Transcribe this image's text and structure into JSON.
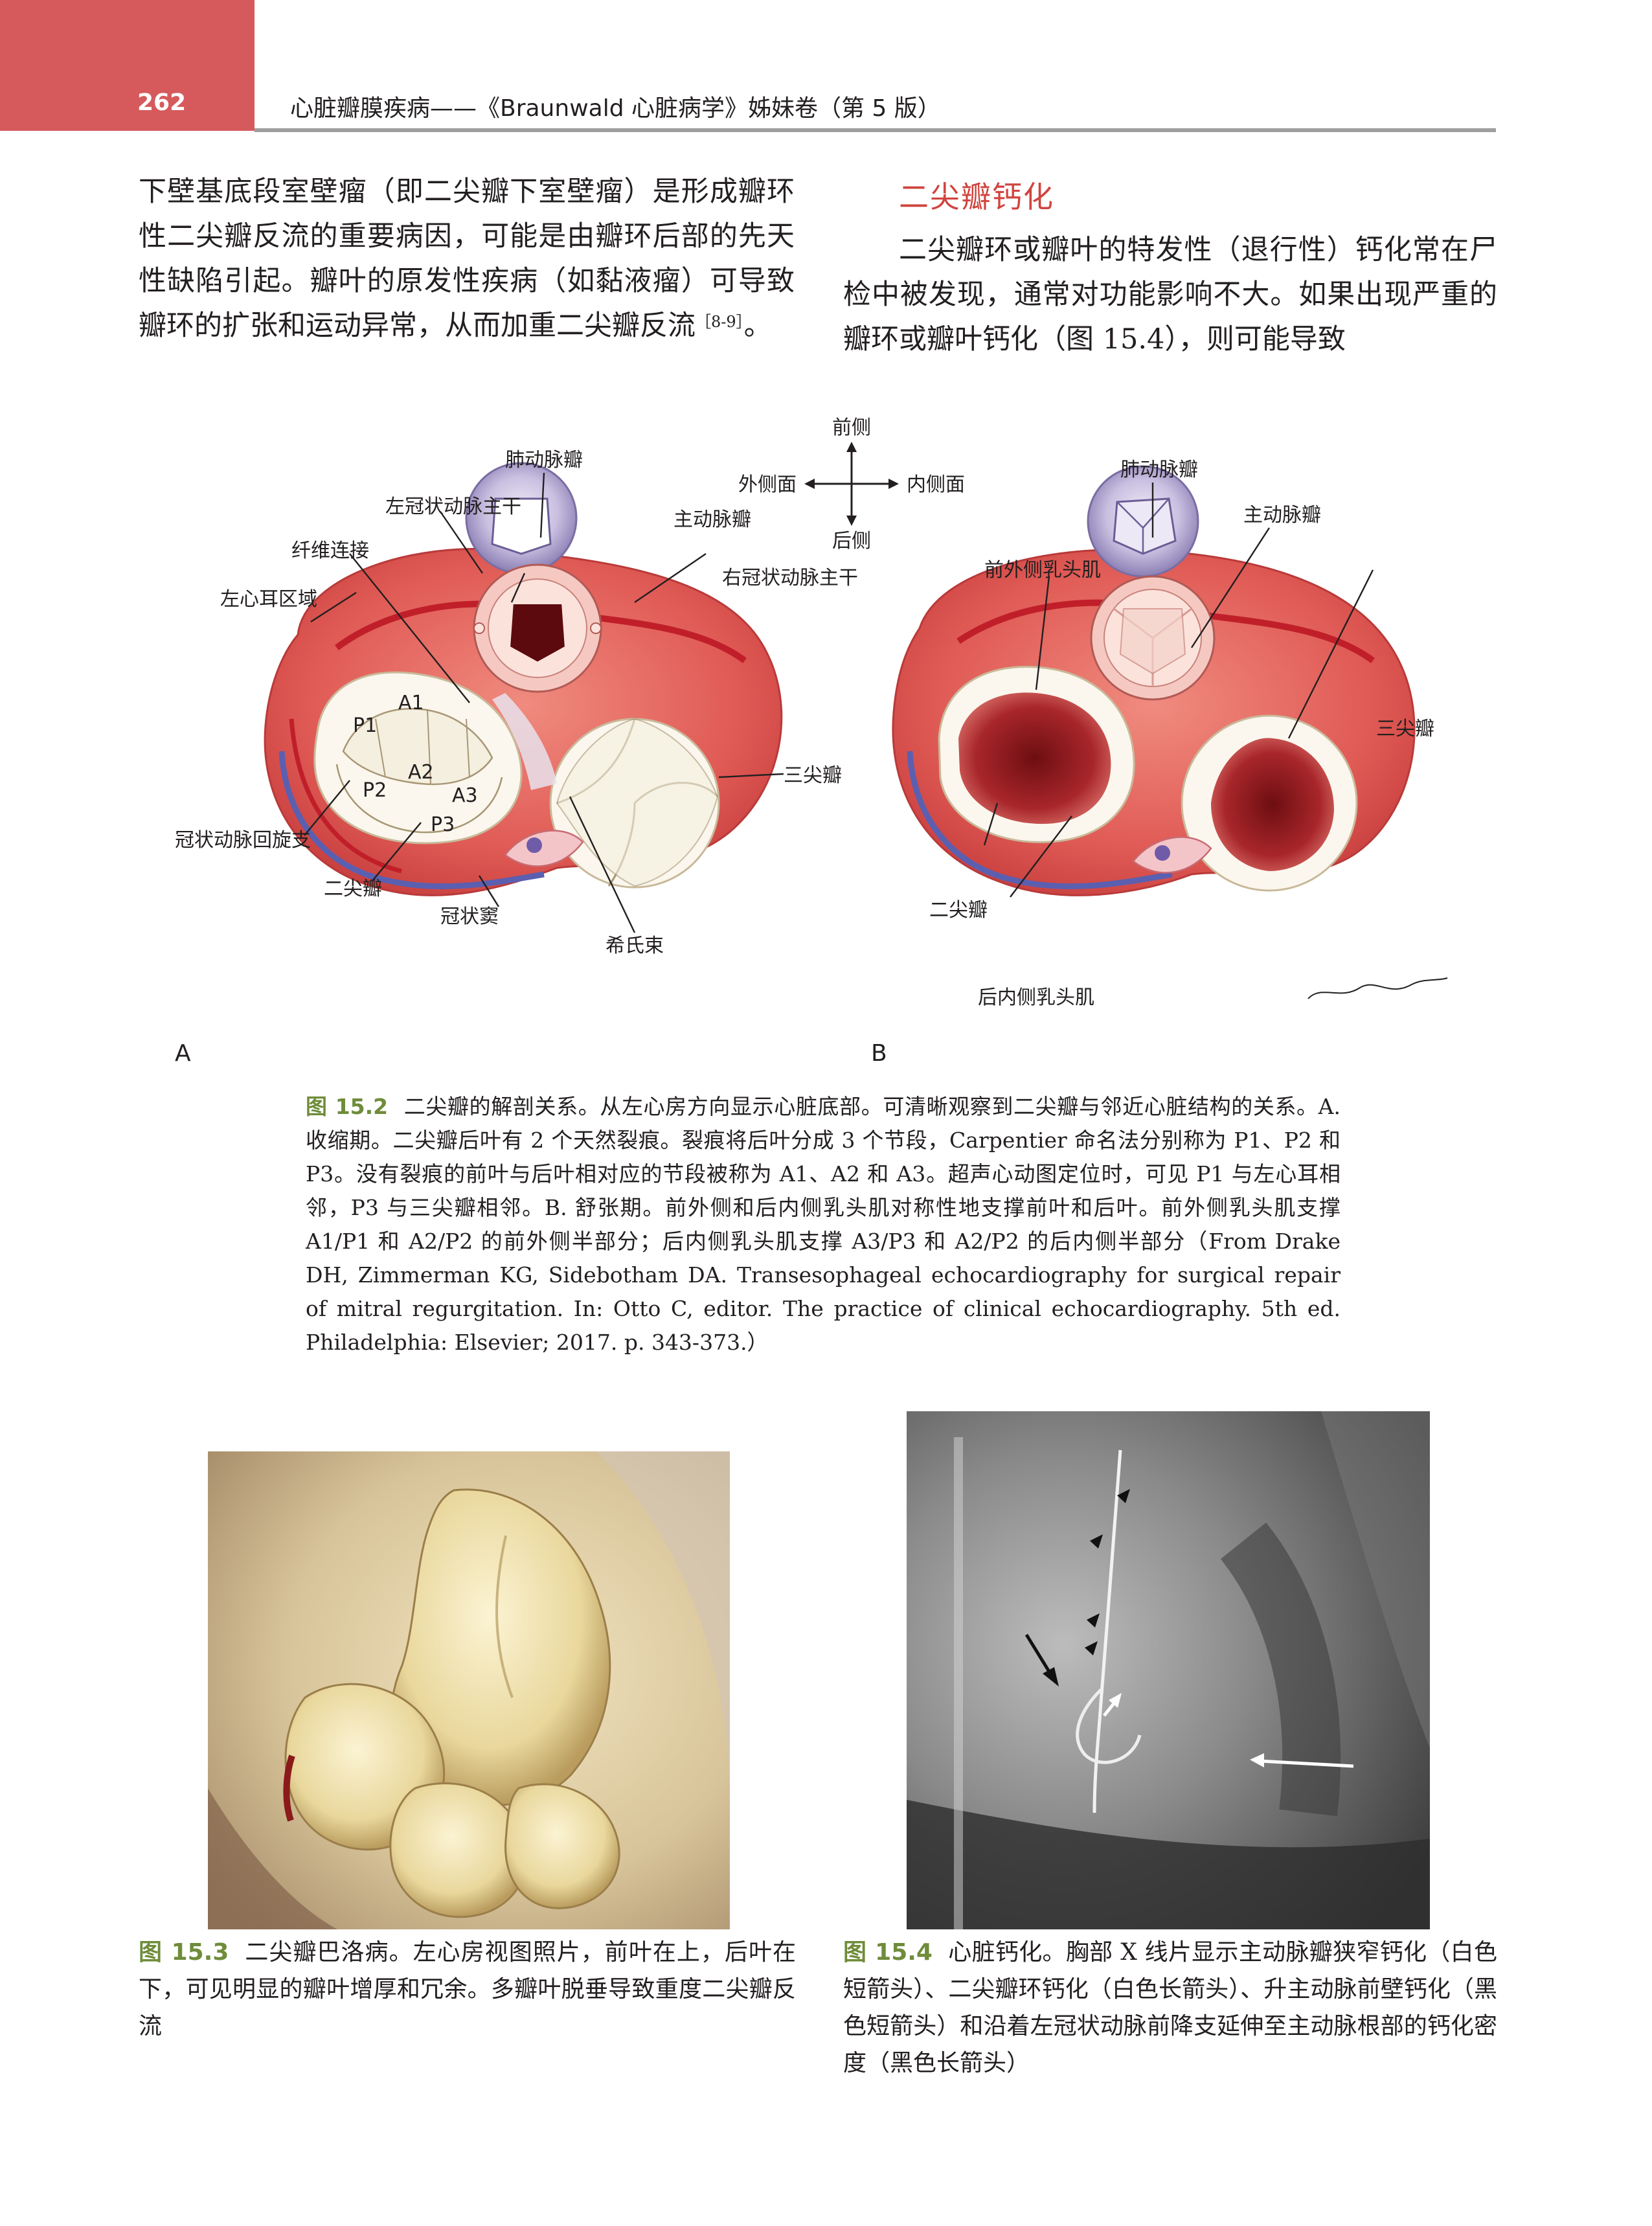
{
  "header": {
    "page_number": "262",
    "running_title": "心脏瓣膜疾病——《Braunwald 心脏病学》姊妹卷（第 5 版）",
    "accent_color": "#d65a5c"
  },
  "left_column": {
    "paragraph": "下壁基底段室壁瘤（即二尖瓣下室壁瘤）是形成瓣环性二尖瓣反流的重要病因，可能是由瓣环后部的先天性缺陷引起。瓣叶的原发性疾病（如黏液瘤）可导致瓣环的扩张和运动异常，从而加重二尖瓣反流",
    "citation": "［8-9］",
    "end_punct": "。"
  },
  "right_column": {
    "heading": "二尖瓣钙化",
    "heading_color": "#d0443f",
    "paragraph": "二尖瓣环或瓣叶的特发性（退行性）钙化常在尸检中被发现，通常对功能影响不大。如果出现严重的瓣环或瓣叶钙化（图 15.4），则可能导致"
  },
  "figure_15_2": {
    "compass": {
      "anterior": "前侧",
      "lateral": "外侧面",
      "medial": "内侧面",
      "posterior": "后侧"
    },
    "panel_a": {
      "panel_label": "A",
      "labels": {
        "pulmonary_valve": "肺动脉瓣",
        "left_main": "左冠状动脉主干",
        "aortic_valve": "主动脉瓣",
        "fibrous_continuity": "纤维连接",
        "right_main": "右冠状动脉主干",
        "laa_region": "左心耳区域",
        "tricuspid": "三尖瓣",
        "circumflex": "冠状动脉回旋支",
        "mitral": "二尖瓣",
        "coronary_sinus": "冠状窦",
        "his_bundle": "希氏束"
      },
      "segments": {
        "a1": "A1",
        "p1": "P1",
        "a2": "A2",
        "p2": "P2",
        "a3": "A3",
        "p3": "P3"
      }
    },
    "panel_b": {
      "panel_label": "B",
      "labels": {
        "pulmonary_valve": "肺动脉瓣",
        "aortic_valve": "主动脉瓣",
        "anterolateral_pm": "前外侧乳头肌",
        "tricuspid": "三尖瓣",
        "mitral": "二尖瓣",
        "posteromedial_pm": "后内侧乳头肌"
      }
    },
    "caption_label": "图 15.2",
    "caption": "二尖瓣的解剖关系。从左心房方向显示心脏底部。可清晰观察到二尖瓣与邻近心脏结构的关系。A. 收缩期。二尖瓣后叶有 2 个天然裂痕。裂痕将后叶分成 3 个节段，Carpentier 命名法分别称为 P1、P2 和 P3。没有裂痕的前叶与后叶相对应的节段被称为 A1、A2 和 A3。超声心动图定位时，可见 P1 与左心耳相邻，P3 与三尖瓣相邻。B. 舒张期。前外侧和后内侧乳头肌对称性地支撑前叶和后叶。前外侧乳头肌支撑 A1/P1 和 A2/P2 的前外侧半部分；后内侧乳头肌支撑 A3/P3 和 A2/P2 的后内侧半部分（From Drake DH, Zimmerman KG, Sidebotham DA. Transesophageal echocardiography for surgical repair of mitral regurgitation. In: Otto C, editor. The practice of clinical echocardiography. 5th ed. Philadelphia: Elsevier; 2017. p. 343-373.）"
  },
  "figure_15_3": {
    "caption_label": "图 15.3",
    "caption": "二尖瓣巴洛病。左心房视图照片，前叶在上，后叶在下，可见明显的瓣叶增厚和冗余。多瓣叶脱垂导致重度二尖瓣反流"
  },
  "figure_15_4": {
    "caption_label": "图 15.4",
    "caption": "心脏钙化。胸部 X 线片显示主动脉瓣狭窄钙化（白色短箭头）、二尖瓣环钙化（白色长箭头）、升主动脉前壁钙化（黑色短箭头）和沿着左冠状动脉前降支延伸至主动脉根部的钙化密度（黑色长箭头）"
  },
  "colors": {
    "figure_label": "#6f8c3a",
    "myocardium": "#d9534f",
    "valve_cream": "#f4efdf"
  }
}
